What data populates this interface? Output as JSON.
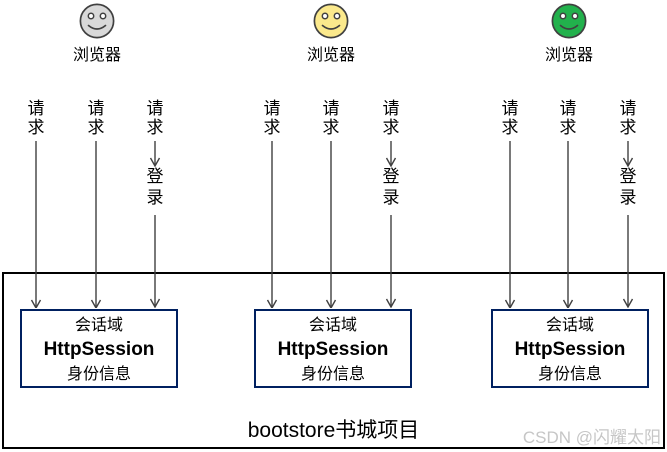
{
  "diagram": {
    "groups": [
      {
        "icon": "smiley-face-icon",
        "face_color": "#d9d9d9",
        "browser_label": "浏览器",
        "request_labels": [
          "请求",
          "请求",
          "请求"
        ],
        "login_label": "登录",
        "session_box": {
          "line1": "会话域",
          "line2": "HttpSession",
          "line3": "身份信息"
        }
      },
      {
        "icon": "smiley-face-icon",
        "face_color": "#fbe98c",
        "browser_label": "浏览器",
        "request_labels": [
          "请求",
          "请求",
          "请求"
        ],
        "login_label": "登录",
        "session_box": {
          "line1": "会话域",
          "line2": "HttpSession",
          "line3": "身份信息"
        }
      },
      {
        "icon": "smiley-face-icon",
        "face_color": "#22b14c",
        "browser_label": "浏览器",
        "request_labels": [
          "请求",
          "请求",
          "请求"
        ],
        "login_label": "登录",
        "session_box": {
          "line1": "会话域",
          "line2": "HttpSession",
          "line3": "身份信息"
        }
      }
    ],
    "container_label": "bootstore书城项目",
    "watermark": "CSDN @闪耀太阳",
    "colors": {
      "arrow": "#404040",
      "face_outline": "#404040",
      "session_box_border": "#002060",
      "outer_box_border": "#000000",
      "watermark_text": "#c6c6c6"
    }
  }
}
